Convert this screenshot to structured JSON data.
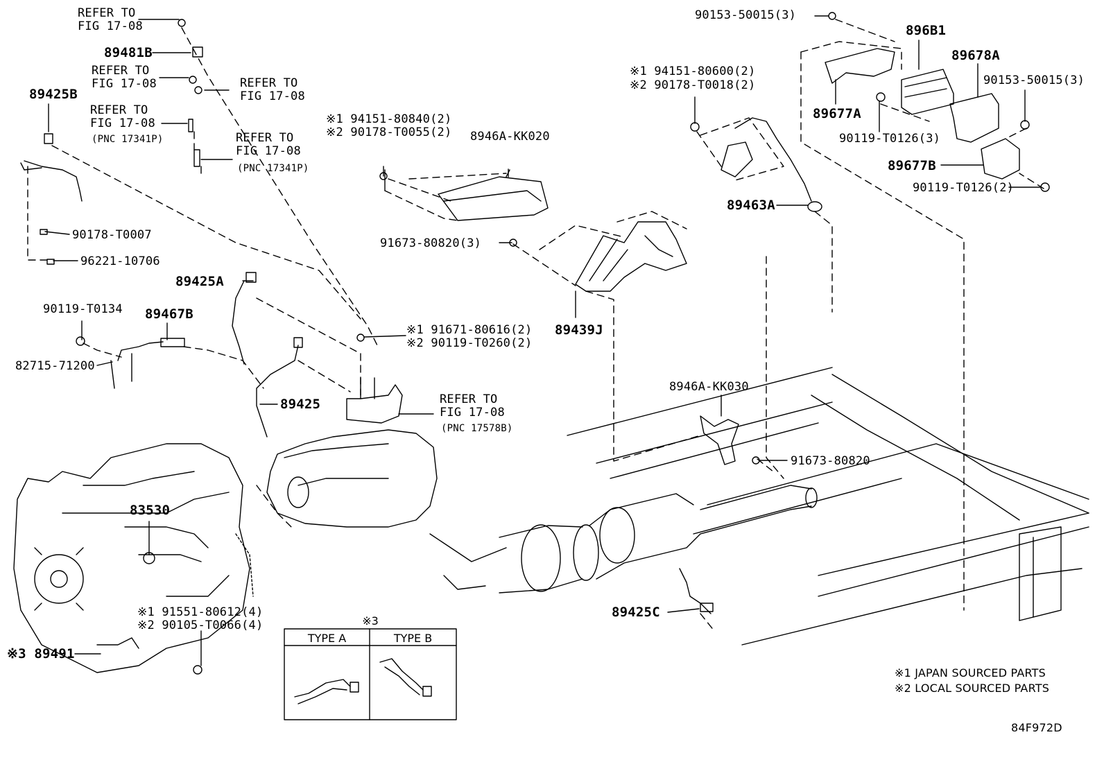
{
  "labels": {
    "refer_fig_a": "REFER TO\nFIG 17-08",
    "p89481B": "89481B",
    "refer_fig_b": "REFER TO\nFIG 17-08",
    "refer_fig_c": "REFER TO\nFIG 17-08",
    "refer_fig_d": "REFER TO\nFIG 17-08",
    "pnc_d": "(PNC 17341P)",
    "refer_fig_e": "REFER TO\nFIG 17-08",
    "pnc_e": "(PNC 17341P)",
    "p89425B": "89425B",
    "p90178_T0007": "90178-T0007",
    "p96221_10706": "96221-10706",
    "p89425A": "89425A",
    "p90119_T0134": "90119-T0134",
    "p89467B": "89467B",
    "p82715_71200": "82715-71200",
    "p89425": "89425",
    "p83530": "83530",
    "p91551": "※1 91551-80612(4)",
    "p90105": "※2 90105-T0066(4)",
    "p89491": "※3 89491",
    "p94151_80840": "※1 94151-80840(2)",
    "p90178_T0055": "※2 90178-T0055(2)",
    "p8946A_KK020": "8946A-KK020",
    "p91673_80820_3": "91673-80820(3)",
    "p91671": "※1 91671-80616(2)",
    "p90119_T0260": "※2 90119-T0260(2)",
    "refer_fig_f": "REFER TO\nFIG 17-08",
    "pnc_f": "(PNC 17578B)",
    "p94151_80600": "※1 94151-80600(2)",
    "p90178_T0018": "※2 90178-T0018(2)",
    "p89439J": "89439J",
    "p89463A": "89463A",
    "p8946A_KK030": "8946A-KK030",
    "p91673_80820": "91673-80820",
    "p89425C": "89425C",
    "p90153_top": "90153-50015(3)",
    "p896B1": "896B1",
    "p89678A": "89678A",
    "p90153_right": "90153-50015(3)",
    "p89677A": "89677A",
    "p90119_T0126_3": "90119-T0126(3)",
    "p89677B": "89677B",
    "p90119_T0126_2": "90119-T0126(2)"
  },
  "type_box": {
    "header": "※3",
    "type_a": "TYPE A",
    "type_b": "TYPE B"
  },
  "notes": {
    "note1": "※1 JAPAN SOURCED PARTS",
    "note2": "※2 LOCAL SOURCED PARTS"
  },
  "figure_code": "84F972D"
}
